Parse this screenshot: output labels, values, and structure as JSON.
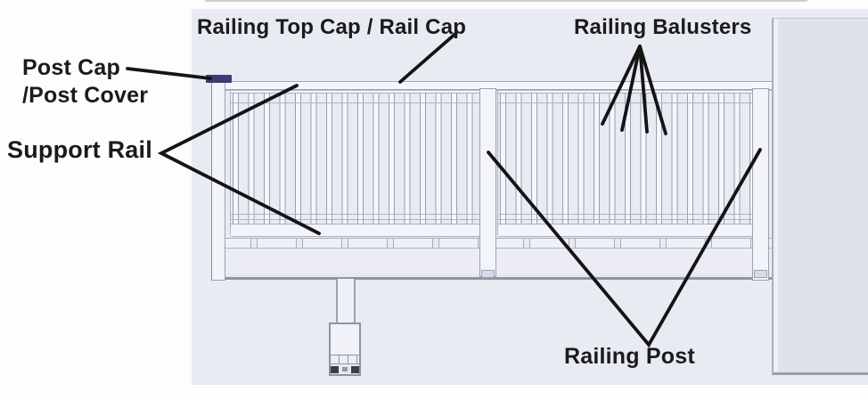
{
  "diagram": {
    "labels": {
      "rail_cap": "Railing Top Cap / Rail Cap",
      "balusters": "Railing Balusters",
      "post_cap_line1": "Post Cap",
      "post_cap_line2": "/Post Cover",
      "support_rail": "Support Rail",
      "railing_post": "Railing Post"
    },
    "colors": {
      "post_cap_fill": "#3f3b72",
      "drawing_line": "#9aa0b5",
      "drawing_background": "#e9ebf3",
      "wall_fill": "#e0e2ea",
      "label_text": "#1b1b1b",
      "leader_line": "#141414",
      "page_background": "#fdfdfd"
    }
  }
}
